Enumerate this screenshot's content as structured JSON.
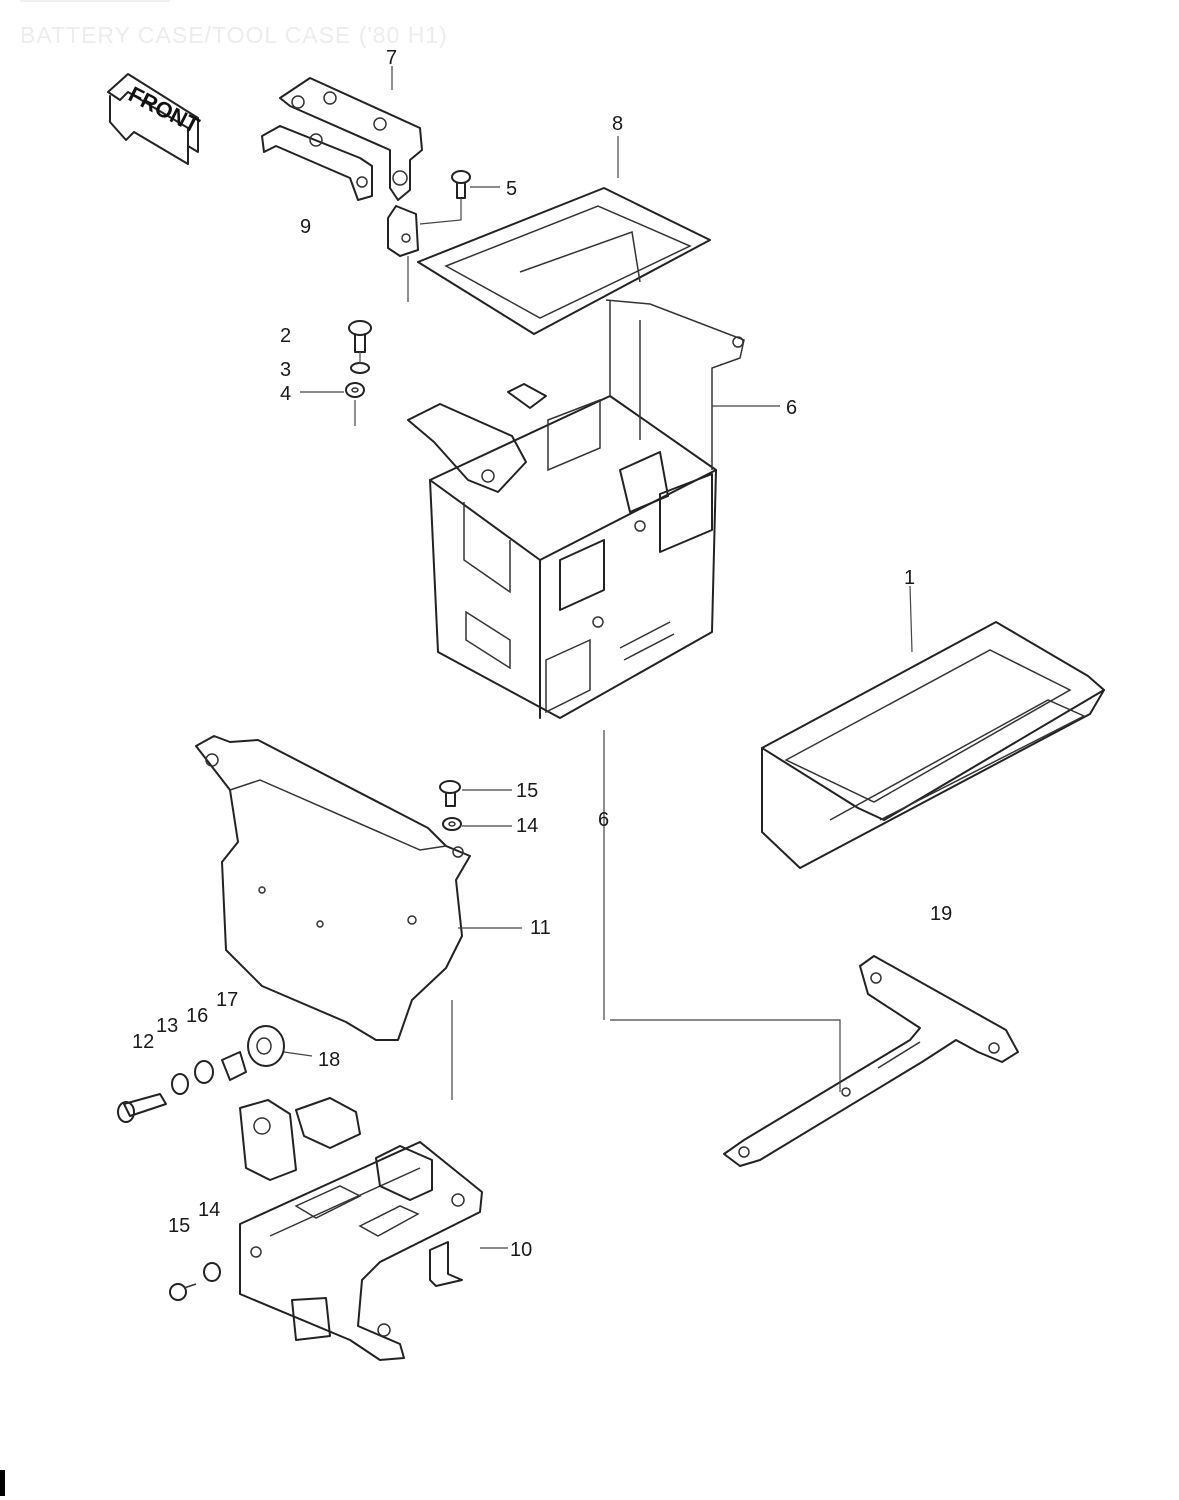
{
  "title": "BATTERY CASE/TOOL CASE ('80 H1)",
  "front_label": "FRONT",
  "callouts": {
    "c1": "1",
    "c2": "2",
    "c3": "3",
    "c4": "4",
    "c5": "5",
    "c6": "6",
    "c6b": "6",
    "c7": "7",
    "c8": "8",
    "c9": "9",
    "c10": "10",
    "c11": "11",
    "c12": "12",
    "c13": "13",
    "c14": "14",
    "c14b": "14",
    "c15": "15",
    "c15b": "15",
    "c16": "16",
    "c17": "17",
    "c18": "18",
    "c19": "19"
  },
  "colors": {
    "line": "#222222",
    "title": "#ececec",
    "background": "#ffffff"
  }
}
